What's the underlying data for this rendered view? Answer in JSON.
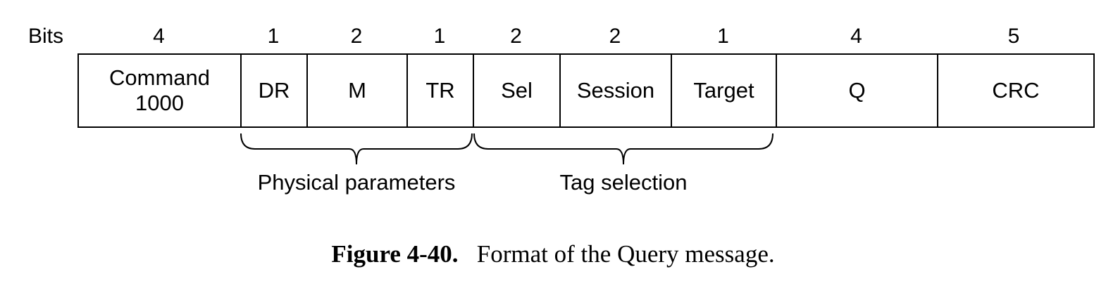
{
  "bits_label": "Bits",
  "fields": [
    {
      "name": "Command\n1000",
      "bits": "4"
    },
    {
      "name": "DR",
      "bits": "1"
    },
    {
      "name": "M",
      "bits": "2"
    },
    {
      "name": "TR",
      "bits": "1"
    },
    {
      "name": "Sel",
      "bits": "2"
    },
    {
      "name": "Session",
      "bits": "2"
    },
    {
      "name": "Target",
      "bits": "1"
    },
    {
      "name": "Q",
      "bits": "4"
    },
    {
      "name": "CRC",
      "bits": "5"
    }
  ],
  "groups": [
    {
      "label": "Physical parameters",
      "fields": [
        "DR",
        "M",
        "TR"
      ]
    },
    {
      "label": "Tag selection",
      "fields": [
        "Sel",
        "Session",
        "Target"
      ]
    }
  ],
  "caption": {
    "figure_number": "Figure 4-40.",
    "text": "Format of the Query message."
  }
}
